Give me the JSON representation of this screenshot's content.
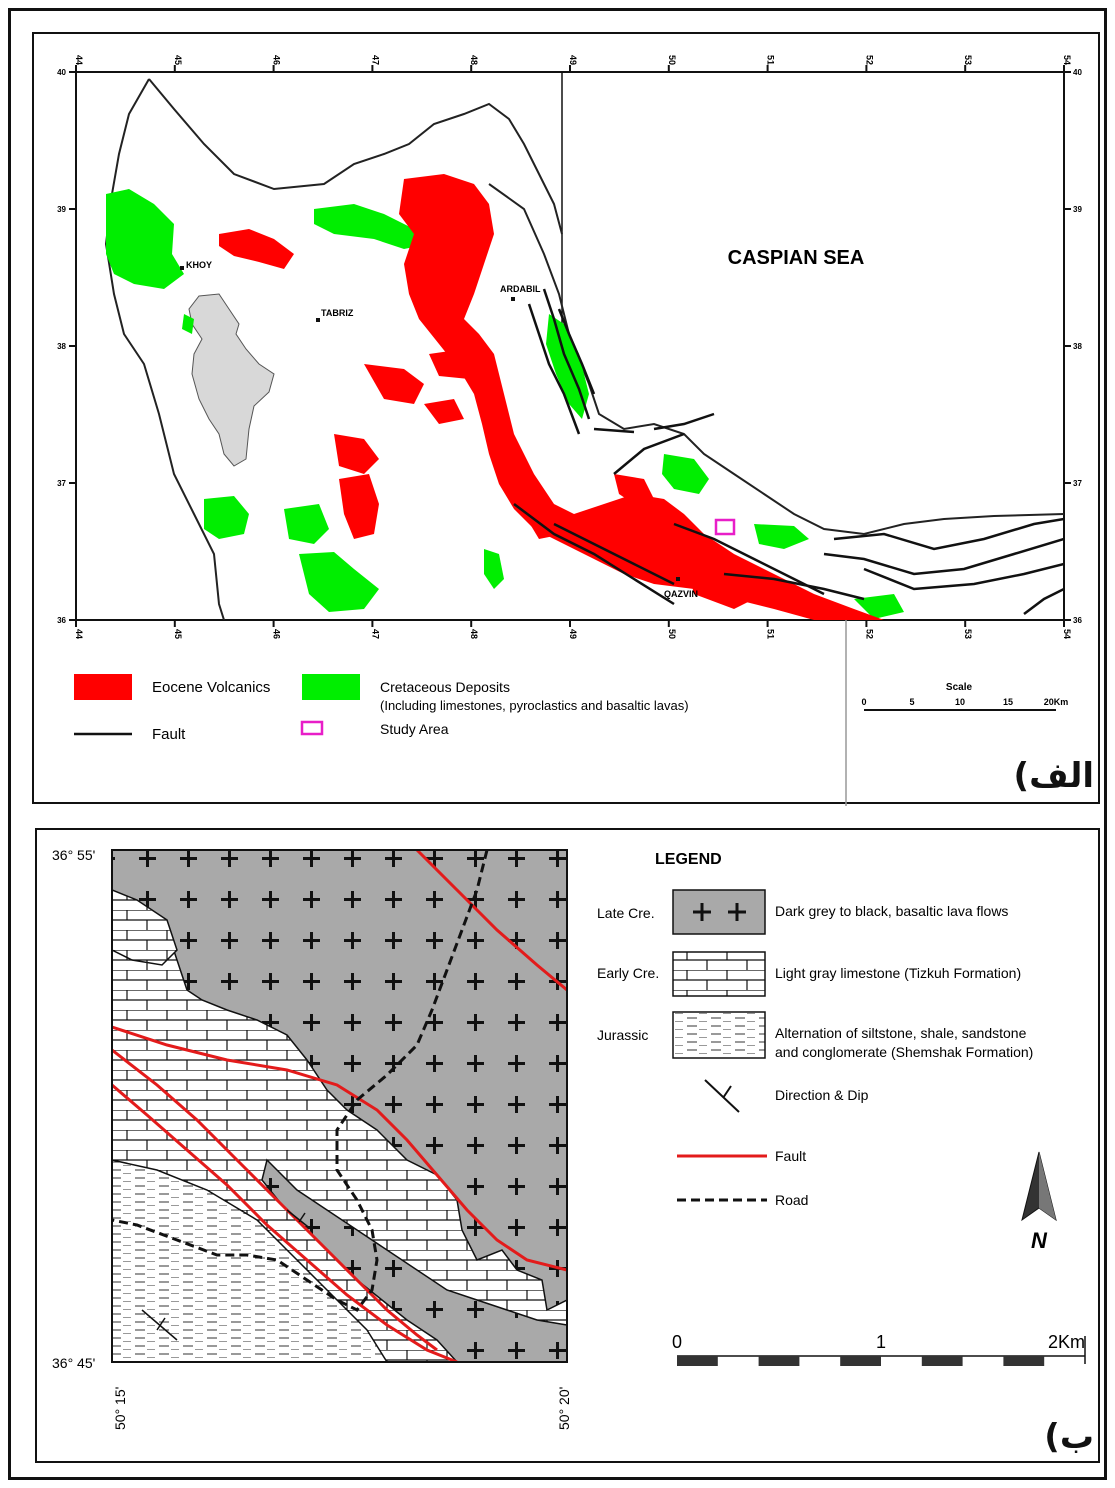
{
  "panel_a": {
    "tag": "الف)",
    "lon_ticks": [
      "44",
      "45",
      "46",
      "47",
      "48",
      "49",
      "50",
      "51",
      "52",
      "53",
      "54"
    ],
    "lat_ticks": [
      "40",
      "39",
      "38",
      "37",
      "36"
    ],
    "sea_label": "CASPIAN SEA",
    "cities": [
      "KHOY",
      "TABRIZ",
      "ARDABIL",
      "QAZVIN"
    ],
    "legend": {
      "eocene": "Eocene Volcanics",
      "cretaceous_line1": "Cretaceous Deposits",
      "cretaceous_line2": "(Including limestones, pyroclastics and basaltic lavas)",
      "fault": "Fault",
      "study_area": "Study Area"
    },
    "scale": {
      "title": "Scale",
      "ticks": [
        "0",
        "5",
        "10",
        "15",
        "20Km"
      ]
    },
    "colors": {
      "eocene": "#ff0000",
      "cretaceous": "#00ee00",
      "lake": "#d8d8d8",
      "study_area": "#e81ec8"
    }
  },
  "panel_b": {
    "tag": "ب)",
    "lat_top": "36° 55'",
    "lat_bottom": "36° 45'",
    "lon_left": "50° 15'",
    "lon_right": "50° 20'",
    "legend_title": "LEGEND",
    "units": [
      {
        "age": "Late Cre.",
        "desc": "Dark grey to black, basaltic lava flows"
      },
      {
        "age": "Early Cre.",
        "desc": "Light gray limestone (Tizkuh Formation)"
      },
      {
        "age": "Jurassic",
        "desc1": "Alternation of siltstone, shale, sandstone",
        "desc2": "and conglomerate (Shemshak Formation)"
      }
    ],
    "dip": "Direction & Dip",
    "fault": "Fault",
    "road": "Road",
    "north": "N",
    "scale": [
      "0",
      "1",
      "2Km"
    ],
    "colors": {
      "basalt": "#a9a9a9",
      "fault": "#e31b1b"
    }
  }
}
